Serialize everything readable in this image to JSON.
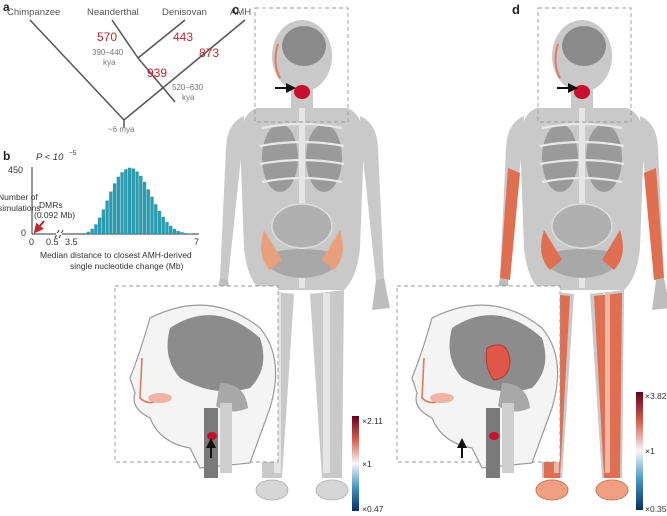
{
  "panel_a": {
    "label": "a",
    "species": [
      "Chimpanzee",
      "Neanderthal",
      "Denisovan",
      "AMH"
    ],
    "counts": {
      "neanderthal": "570",
      "denisovan": "443",
      "amh": "873",
      "archaic": "939"
    },
    "times": {
      "archaic_split_1": "390–440",
      "archaic_split_2": "kya",
      "amh_split_1": "520–630",
      "amh_split_2": "kya",
      "root": "~6 mya"
    }
  },
  "panel_b": {
    "label": "b",
    "pvalue": "P < 10",
    "pvalue_exp": "−5",
    "ylabel_1": "Number of",
    "ylabel_2": "simulations",
    "ytick_max": "450",
    "ytick_min": "0",
    "xticks": [
      "0",
      "0.5",
      "3.5",
      "7"
    ],
    "xlabel_1": "Median distance to closest AMH-derived",
    "xlabel_2": "single nucleotide change (Mb)",
    "dmr_label_1": "DMRs",
    "dmr_label_2": "(0.092 Mb)",
    "colors": {
      "bars": "#2b9bb2",
      "arrow": "#c0282e"
    }
  },
  "chart_data": {
    "type": "bar",
    "ylabel": "Number of simulations",
    "xlabel": "Median distance to closest AMH-derived single nucleotide change (Mb)",
    "xlim": [
      0,
      7
    ],
    "ylim": [
      0,
      450
    ],
    "x": [
      3.95,
      4.05,
      4.15,
      4.25,
      4.35,
      4.45,
      4.55,
      4.65,
      4.75,
      4.85,
      4.95,
      5.05,
      5.15,
      5.25,
      5.35,
      5.45,
      5.55,
      5.65,
      5.75,
      5.85,
      5.95,
      6.05,
      6.15,
      6.25,
      6.35,
      6.45,
      6.55,
      6.65,
      6.75
    ],
    "values": [
      6,
      15,
      35,
      65,
      110,
      165,
      225,
      285,
      340,
      385,
      415,
      435,
      445,
      440,
      420,
      390,
      350,
      300,
      250,
      200,
      155,
      115,
      80,
      55,
      35,
      20,
      12,
      6,
      3
    ],
    "annotations": [
      {
        "label": "DMRs (0.092 Mb)",
        "x": 0.092
      }
    ]
  },
  "panel_c": {
    "label": "c",
    "scale_max": "×2.11",
    "scale_mid": "×1",
    "scale_min": "×0.47"
  },
  "panel_d": {
    "label": "d",
    "scale_max": "×3.82",
    "scale_mid": "×1",
    "scale_min": "×0.35"
  },
  "colors": {
    "red_text": "#c0282e",
    "organ_red": "#c8102e",
    "tissue_orange": "#e07a5f",
    "body_gray": "#c8c8c8",
    "scale_top": "#67001f",
    "scale_bottom": "#053061"
  }
}
